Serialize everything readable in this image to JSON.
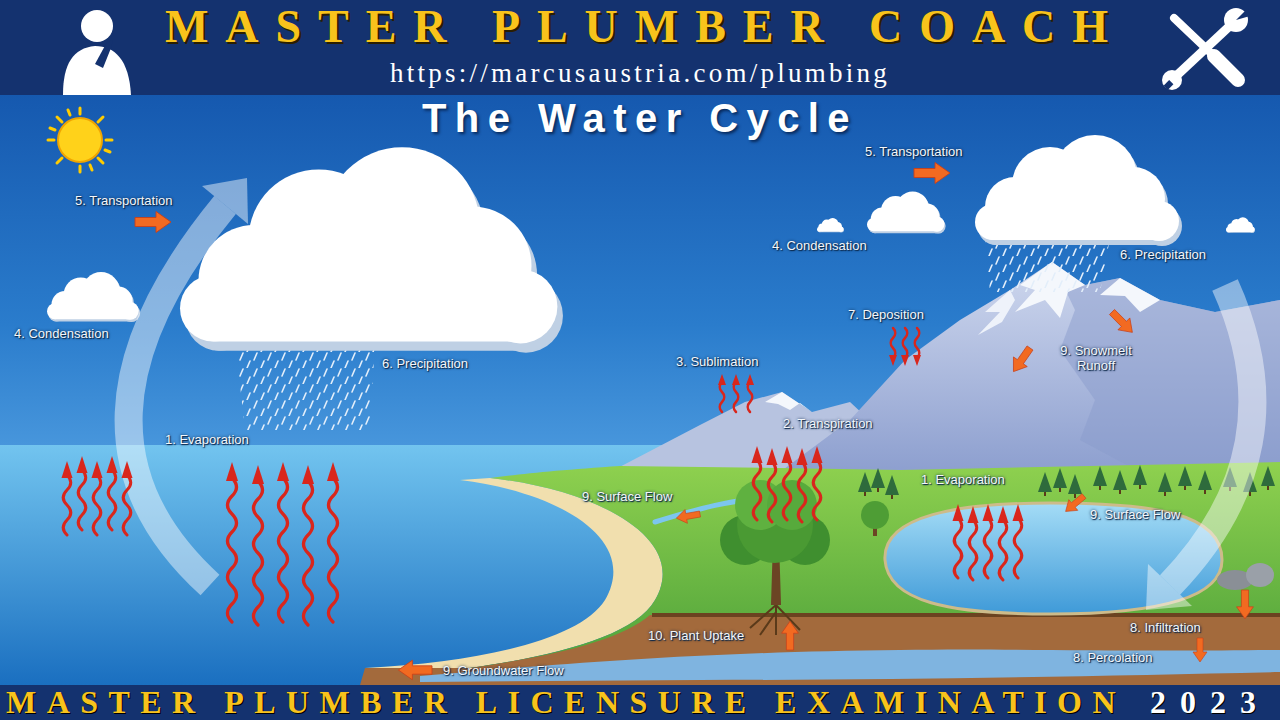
{
  "diagram": {
    "title": "The Water Cycle",
    "nodes": [
      {
        "text": [
          "MASTER PLUMBER COACH",
          "https://marcusaustria.com/plumbing"
        ]
      },
      {
        "text": [
          "MASTER PLUMBER LICENSURE EXAMINATION",
          "2023"
        ]
      }
    ],
    "labels": [
      "5. Transportation",
      "5. Transportation",
      "4. Condensation",
      "6. Precipitation",
      "7. Deposition",
      "4. Condensation",
      "9. Snowmelt Runoff",
      "6. Precipitation",
      "3. Sublimation",
      "2. Transpiration",
      "1. Evaporation",
      "1. Evaporation",
      "9. Surface Flow",
      "9. Surface Flow",
      "8. Infiltration",
      "10. Plant Uptake",
      "8. Percolation",
      "9. Groundwater Flow"
    ]
  }
}
